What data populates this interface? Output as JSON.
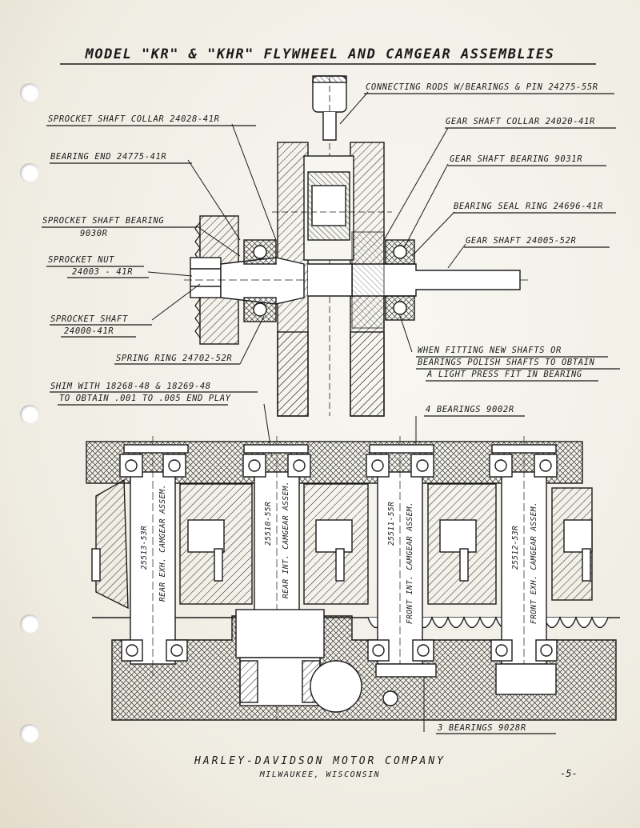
{
  "title": "MODEL \"KR\" & \"KHR\" FLYWHEEL AND CAMGEAR ASSEMBLIES",
  "flywheel_labels": {
    "connecting_rods": "CONNECTING RODS W/BEARINGS & PIN 24275-55R",
    "sprocket_shaft_collar": "SPROCKET SHAFT COLLAR 24028-41R",
    "gear_shaft_collar": "GEAR SHAFT COLLAR 24020-41R",
    "bearing_end": "BEARING END 24775-41R",
    "gear_shaft_bearing": "GEAR SHAFT BEARING 9031R",
    "bearing_seal_ring": "BEARING SEAL RING 24696-41R",
    "sprocket_shaft_bearing_1": "SPROCKET SHAFT BEARING",
    "sprocket_shaft_bearing_2": "9030R",
    "gear_shaft": "GEAR SHAFT 24005-52R",
    "sprocket_nut_1": "SPROCKET NUT",
    "sprocket_nut_2": "24003 - 41R",
    "sprocket_shaft_1": "SPROCKET SHAFT",
    "sprocket_shaft_2": "24000-41R",
    "spring_ring": "SPRING RING 24702-52R",
    "fitting_note_1": "WHEN FITTING NEW SHAFTS OR",
    "fitting_note_2": "BEARINGS POLISH SHAFTS TO OBTAIN",
    "fitting_note_3": "A LIGHT PRESS FIT IN BEARING"
  },
  "camgear_labels": {
    "shim_1": "SHIM WITH 18268-48 & 18269-48",
    "shim_2": "TO OBTAIN .001 TO .005 END PLAY",
    "four_bearings": "4 BEARINGS 9002R",
    "three_bearings": "3 BEARINGS 9028R",
    "cam_1_part": "25513-53R",
    "cam_1_name": "REAR EXH. CAMGEAR ASSEM.",
    "cam_2_part": "25510-55R",
    "cam_2_name": "REAR INT. CAMGEAR ASSEM.",
    "cam_3_part": "25511-55R",
    "cam_3_name": "FRONT INT. CAMGEAR ASSEM.",
    "cam_4_part": "25512-53R",
    "cam_4_name": "FRONT EXH. CAMGEAR ASSEM."
  },
  "footer": {
    "company": "HARLEY-DAVIDSON MOTOR COMPANY",
    "city": "MILWAUKEE, WISCONSIN",
    "page_number": "-5-"
  },
  "colors": {
    "paper": "#f3f1ea",
    "ink": "#1a1a1a"
  }
}
